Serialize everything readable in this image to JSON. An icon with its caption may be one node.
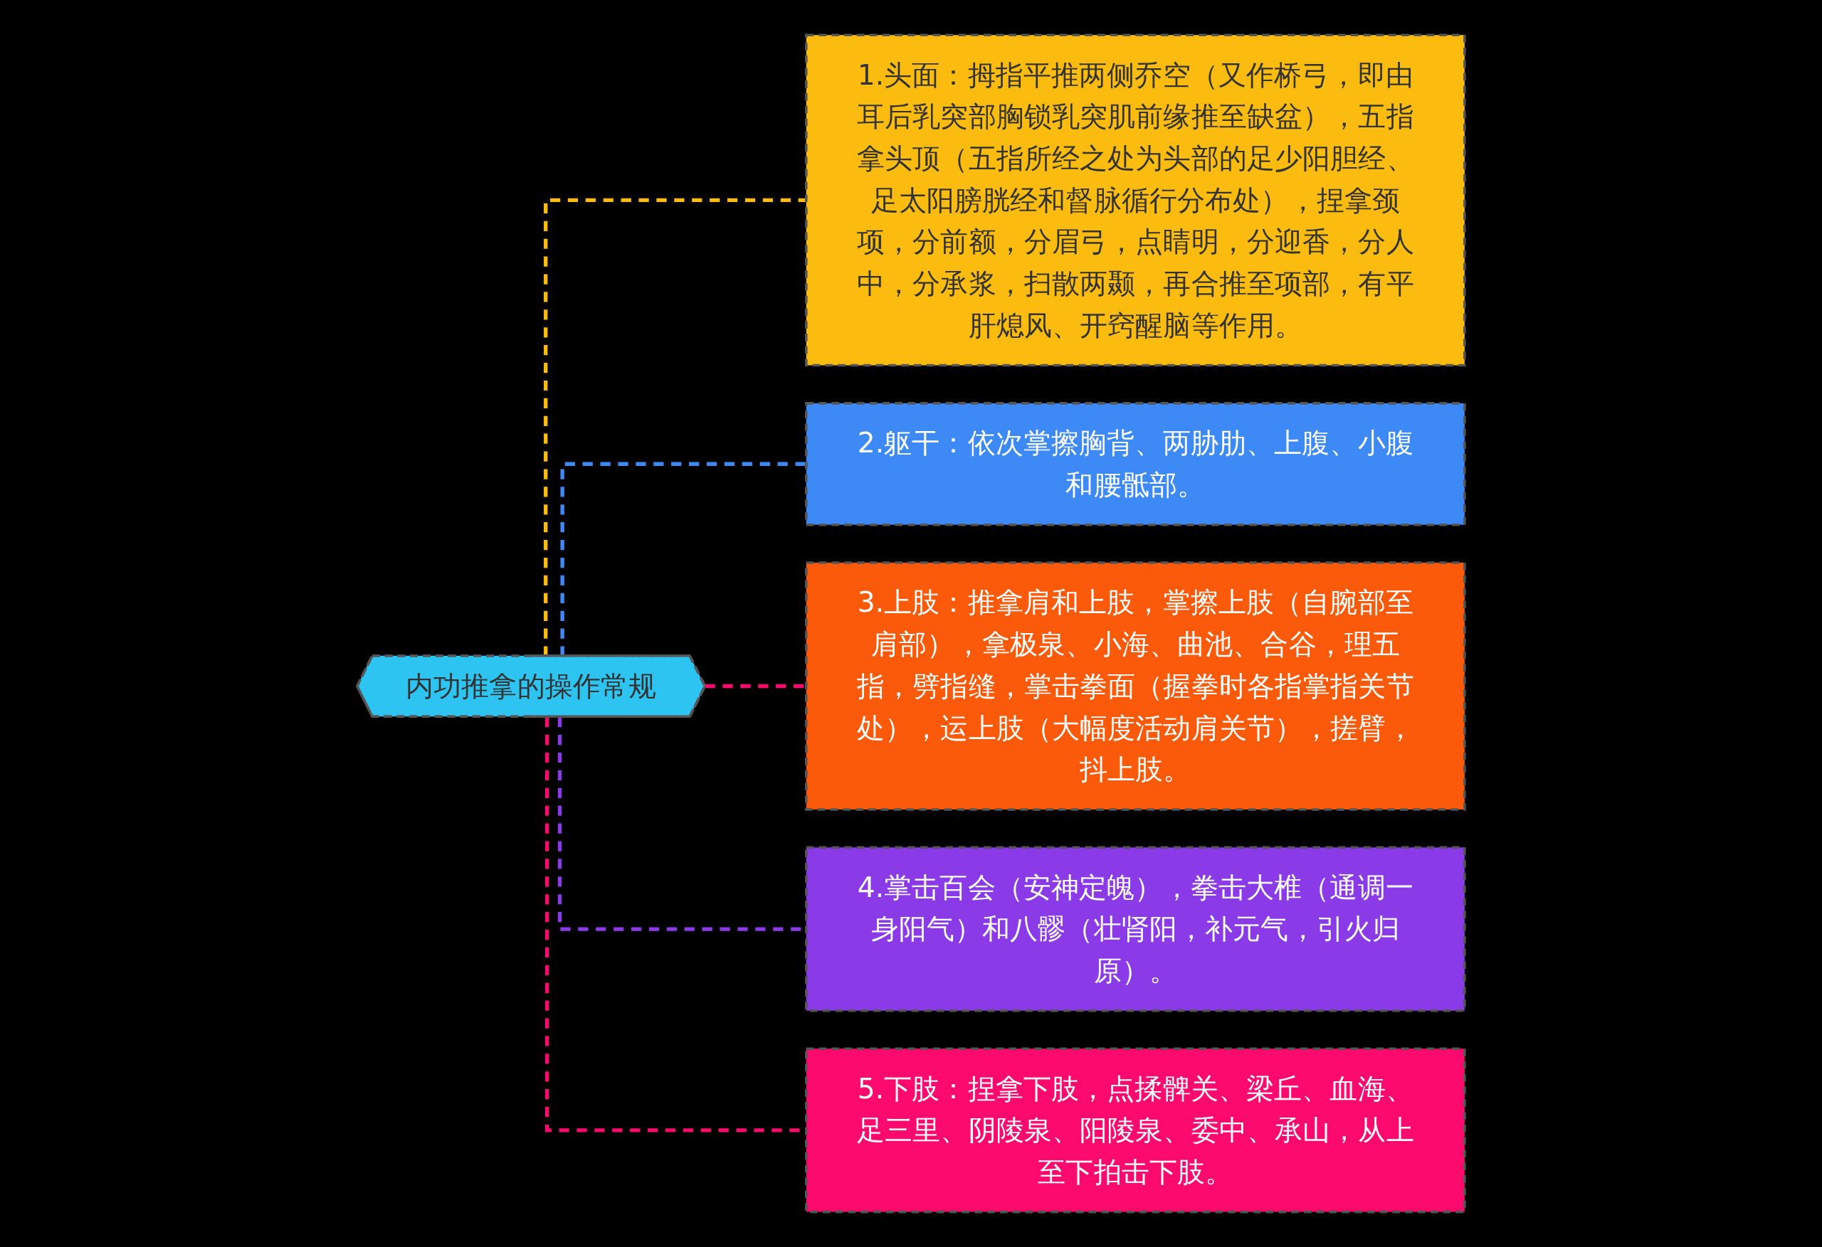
{
  "diagram": {
    "nodes": [
      {
        "text": [
          "内功推拿的操作常规"
        ]
      },
      {
        "text": [
          "1.头面：拇指平推两侧乔空（又作桥弓，即由耳后乳突部胸锁乳突肌前缘推至缺盆），五指拿头顶（五指所经之处为头部的足少阳胆经、足太阳膀胱经和督脉循行分布处），捏拿颈项，分前额，分眉弓，点睛明，分迎香，分人中，分承浆，扫散两颞，再合推至项部，有平肝熄风、开窍醒脑等作用。"
        ]
      },
      {
        "text": [
          "2.躯干：依次掌擦胸背、两胁肋、上腹、小腹和腰骶部。"
        ]
      },
      {
        "text": [
          "3.上肢：推拿肩和上肢，掌擦上肢（自腕部至肩部），拿极泉、小海、曲池、合谷，理五指，劈指缝，掌击拳面（握拳时各指掌指关节处），运上肢（大幅度活动肩关节），搓臂，抖上肢。"
        ]
      },
      {
        "text": [
          "4.掌击百会（安神定魄），拳击大椎（通调一身阳气）和八髎（壮肾阳，补元气，引火归原）。"
        ]
      },
      {
        "text": [
          "5.下肢：捏拿下肢，点揉髀关、梁丘、血海、足三里、阴陵泉、阳陵泉、委中、承山，从上至下拍击下肢。"
        ]
      }
    ],
    "edges": [
      {
        "from": 0,
        "to": 1,
        "arrow": "none",
        "style": "dashed",
        "color": "#fcbc0f"
      },
      {
        "from": 0,
        "to": 2,
        "arrow": "none",
        "style": "dashed",
        "color": "#3d8af7"
      },
      {
        "from": 0,
        "to": 3,
        "arrow": "none",
        "style": "dashed",
        "color": "#fc0a6e"
      },
      {
        "from": 0,
        "to": 4,
        "arrow": "none",
        "style": "dashed",
        "color": "#8a3ae6"
      },
      {
        "from": 0,
        "to": 5,
        "arrow": "none",
        "style": "dashed",
        "color": "#fc0a6e"
      }
    ]
  }
}
